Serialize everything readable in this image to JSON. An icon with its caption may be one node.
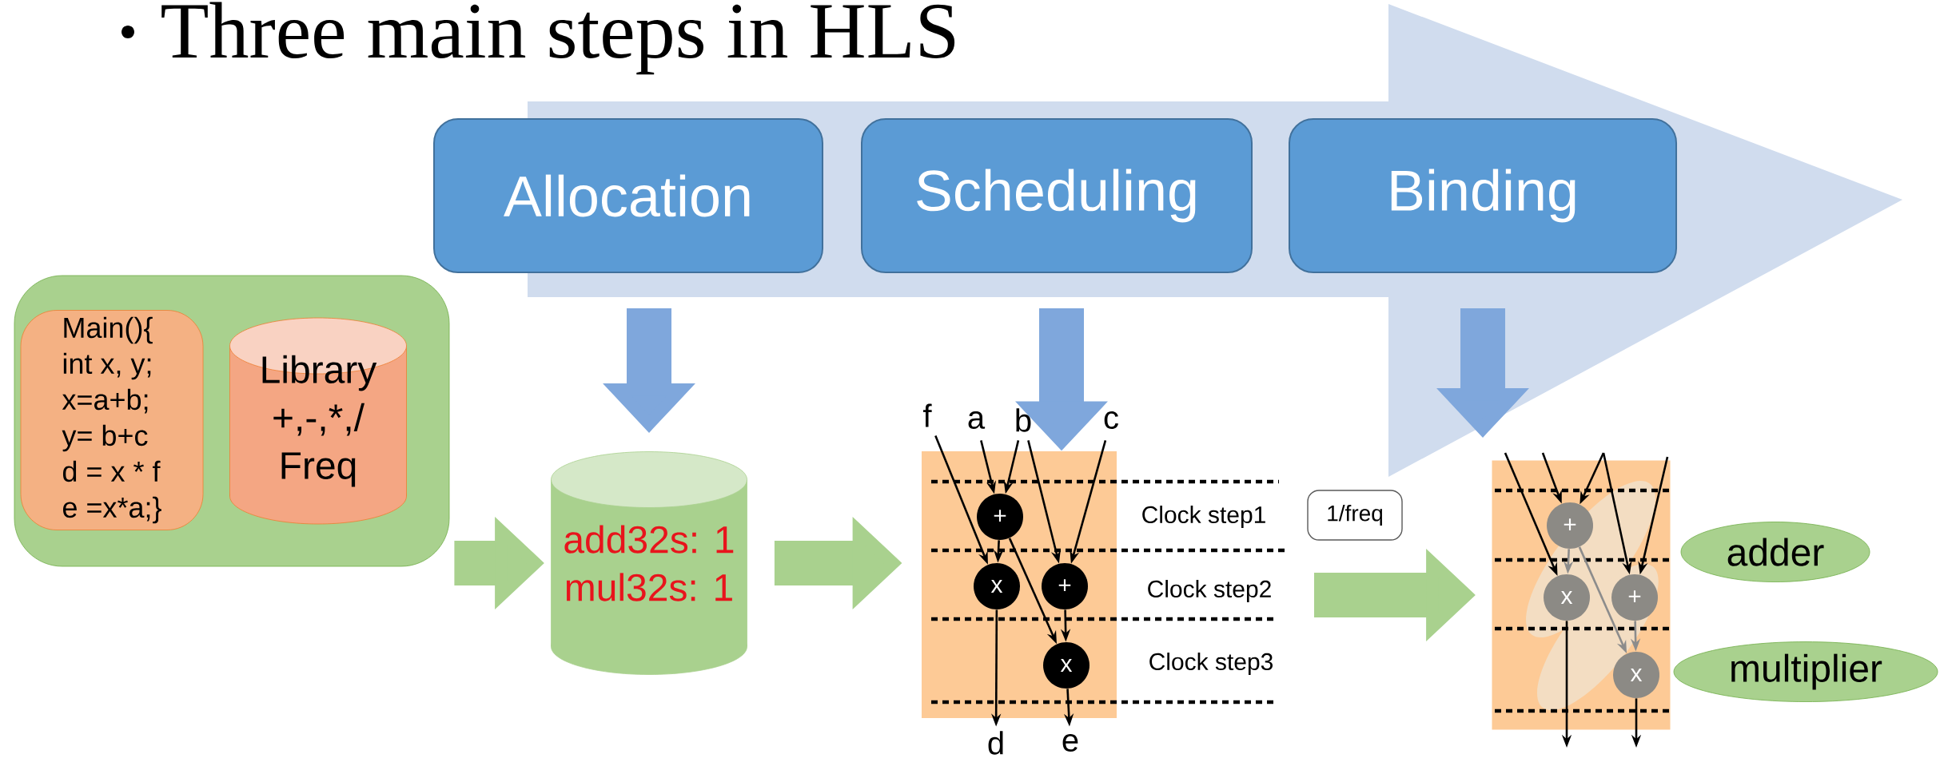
{
  "diagram": {
    "title": "Three main steps in HLS",
    "nodes": [
      {
        "text": [
          "Allocation"
        ]
      },
      {
        "text": [
          "Scheduling"
        ]
      },
      {
        "text": [
          "Binding"
        ]
      },
      {
        "text": [],
        "shape": "box"
      },
      {
        "text": [
          "Main(){",
          "int x, y;",
          "x=a+b;",
          "y= b+c",
          "d = x * f",
          "e =x*a;}"
        ],
        "in": 3
      },
      {
        "text": [
          "Library",
          "+,-,*,/",
          "Freq"
        ],
        "in": 3
      },
      {
        "text": [
          "add32s: 1",
          "mul32s: 1"
        ]
      },
      {
        "text": [
          "f"
        ]
      },
      {
        "text": [
          "a"
        ]
      },
      {
        "text": [
          "b"
        ]
      },
      {
        "text": [
          "c"
        ]
      },
      {
        "text": [],
        "shape": "box"
      },
      {
        "text": [
          "+"
        ],
        "in": 11
      },
      {
        "text": [
          "x"
        ],
        "in": 11
      },
      {
        "text": [
          "+"
        ],
        "in": 11
      },
      {
        "text": [
          "x"
        ],
        "in": 11
      },
      {
        "text": [
          "d"
        ]
      },
      {
        "text": [
          "e"
        ]
      },
      {
        "text": [
          "1/freq"
        ]
      },
      {
        "text": [],
        "shape": "box"
      },
      {
        "text": [
          "+"
        ],
        "in": 19
      },
      {
        "text": [
          "x"
        ],
        "in": 19
      },
      {
        "text": [
          "+"
        ],
        "in": 19
      },
      {
        "text": [
          "x"
        ],
        "in": 19
      },
      {
        "text": [
          "adder"
        ]
      },
      {
        "text": [
          "multiplier"
        ]
      }
    ],
    "edges": [
      {
        "from": 0,
        "to": 6,
        "arrow": "to",
        "style": "thick",
        "color": "#7fa7dc"
      },
      {
        "from": 1,
        "to": 11,
        "arrow": "to",
        "style": "thick",
        "color": "#7fa7dc"
      },
      {
        "from": 2,
        "to": 19,
        "arrow": "to",
        "style": "thick",
        "color": "#7fa7dc"
      },
      {
        "from": 3,
        "to": 6,
        "arrow": "to",
        "style": "thick",
        "color": "#a9d18e"
      },
      {
        "from": 6,
        "to": 11,
        "arrow": "to",
        "style": "thick",
        "color": "#a9d18e"
      },
      {
        "from": null,
        "to": 19,
        "arrow": "to",
        "style": "thick",
        "color": "#a9d18e"
      },
      {
        "from": 7,
        "to": 13,
        "arrow": "to"
      },
      {
        "from": 8,
        "to": 12,
        "arrow": "to"
      },
      {
        "from": 9,
        "to": 12,
        "arrow": "to"
      },
      {
        "from": 9,
        "to": 14,
        "arrow": "to"
      },
      {
        "from": 10,
        "to": 14,
        "arrow": "to"
      },
      {
        "from": 12,
        "to": 13,
        "arrow": "to"
      },
      {
        "from": 12,
        "to": 15,
        "arrow": "to"
      },
      {
        "from": 14,
        "to": 15,
        "arrow": "to"
      },
      {
        "from": 13,
        "to": 16,
        "arrow": "to"
      },
      {
        "from": 15,
        "to": 17,
        "arrow": "to"
      },
      {
        "from": null,
        "to": 21,
        "arrow": "to"
      },
      {
        "from": null,
        "to": 20,
        "arrow": "to"
      },
      {
        "from": null,
        "to": 20,
        "arrow": "to"
      },
      {
        "from": null,
        "to": 22,
        "arrow": "to"
      },
      {
        "from": null,
        "to": 22,
        "arrow": "to"
      },
      {
        "from": 20,
        "to": 21,
        "arrow": "to",
        "color": "#8c8c8c"
      },
      {
        "from": 20,
        "to": 23,
        "arrow": "to",
        "color": "#8c8c8c"
      },
      {
        "from": 22,
        "to": 23,
        "arrow": "to",
        "color": "#8c8c8c"
      },
      {
        "from": 21,
        "to": null,
        "arrow": "to"
      },
      {
        "from": 23,
        "to": null,
        "arrow": "to"
      }
    ],
    "labels": [
      "Clock step1",
      "Clock step2",
      "Clock step3"
    ]
  }
}
